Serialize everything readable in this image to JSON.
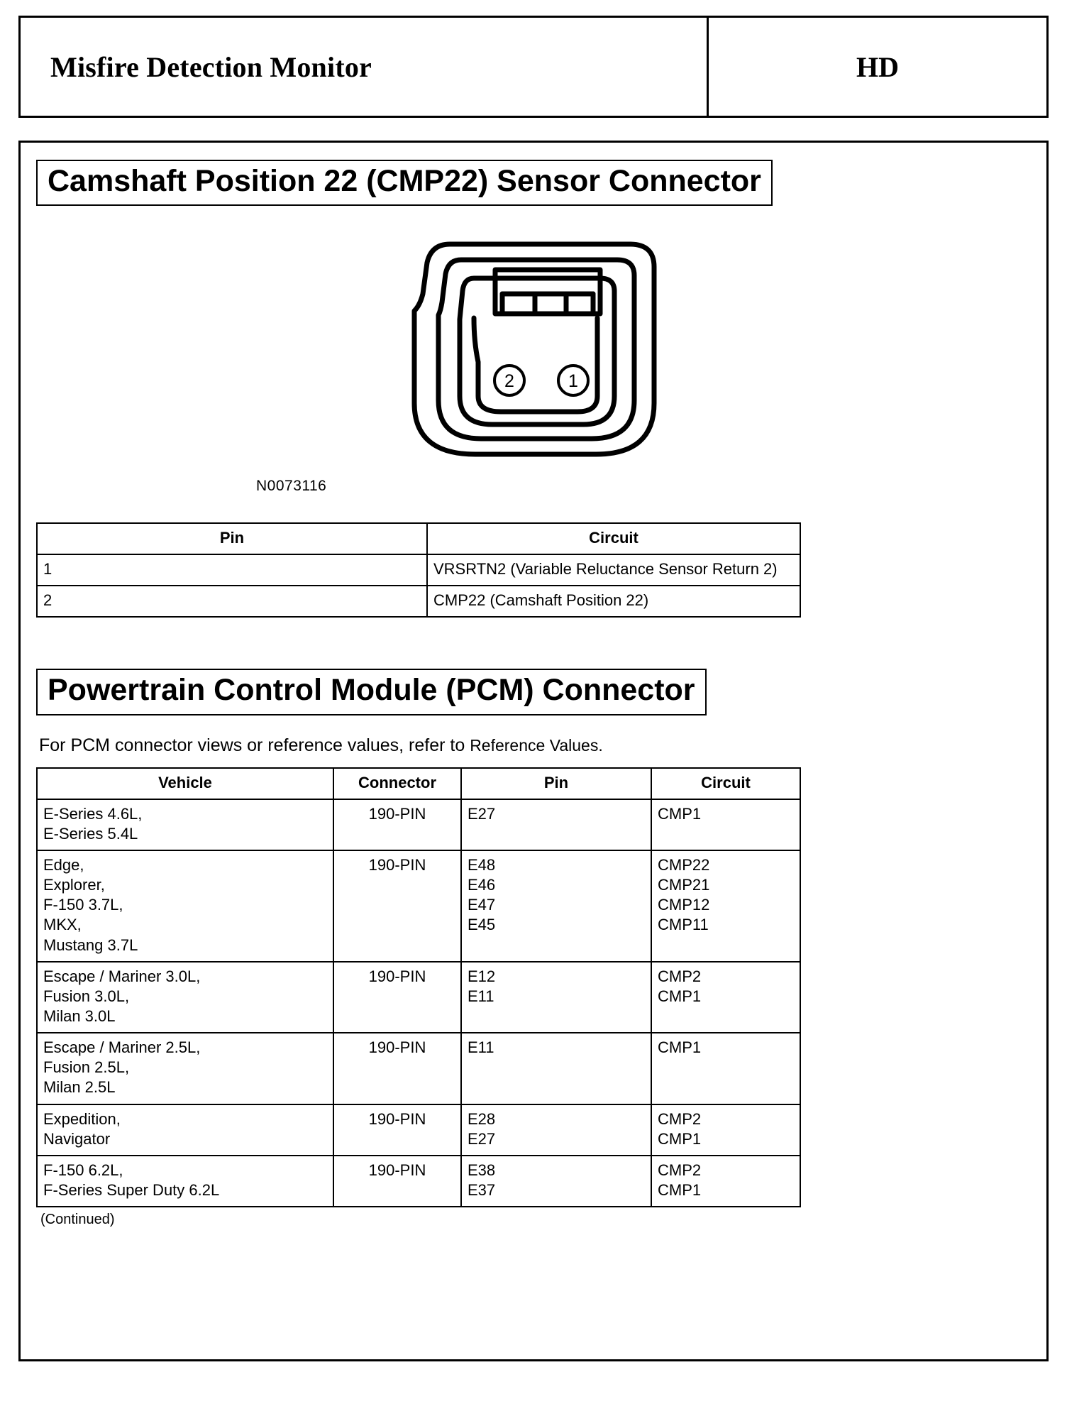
{
  "header": {
    "title": "Misfire Detection Monitor",
    "code": "HD"
  },
  "sections": [
    {
      "heading": "Camshaft Position 22 (CMP22) Sensor Connector",
      "figure": {
        "part_number": "N0073116",
        "pin_markers": [
          "2",
          "1"
        ]
      },
      "table": {
        "columns": [
          "Pin",
          "Circuit"
        ],
        "rows": [
          {
            "pin": "1",
            "circuit": "VRSRTN2 (Variable Reluctance Sensor Return 2)"
          },
          {
            "pin": "2",
            "circuit": "CMP22 (Camshaft Position 22)"
          }
        ]
      }
    },
    {
      "heading": "Powertrain Control Module (PCM) Connector",
      "intro_prefix": "For PCM connector views or reference values, refer to ",
      "intro_reference": "Reference Values.",
      "table": {
        "columns": [
          "Vehicle",
          "Connector",
          "Pin",
          "Circuit"
        ],
        "rows": [
          {
            "vehicle": [
              "E-Series 4.6L,",
              "E-Series 5.4L"
            ],
            "connector": [
              "190-PIN"
            ],
            "pin": [
              "E27"
            ],
            "circuit": [
              "CMP1"
            ]
          },
          {
            "vehicle": [
              "Edge,",
              "Explorer,",
              "F-150 3.7L,",
              "MKX,",
              "Mustang 3.7L"
            ],
            "connector": [
              "190-PIN"
            ],
            "pin": [
              "E48",
              "E46",
              "E47",
              "E45"
            ],
            "circuit": [
              "CMP22",
              "CMP21",
              "CMP12",
              "CMP11"
            ]
          },
          {
            "vehicle": [
              "Escape / Mariner 3.0L,",
              "Fusion 3.0L,",
              "Milan 3.0L"
            ],
            "connector": [
              "190-PIN"
            ],
            "pin": [
              "E12",
              "E11"
            ],
            "circuit": [
              "CMP2",
              "CMP1"
            ]
          },
          {
            "vehicle": [
              "Escape / Mariner 2.5L,",
              "Fusion 2.5L,",
              "Milan 2.5L"
            ],
            "connector": [
              "190-PIN"
            ],
            "pin": [
              "E11"
            ],
            "circuit": [
              "CMP1"
            ]
          },
          {
            "vehicle": [
              "Expedition,",
              "Navigator"
            ],
            "connector": [
              "190-PIN"
            ],
            "pin": [
              "E28",
              "E27"
            ],
            "circuit": [
              "CMP2",
              "CMP1"
            ]
          },
          {
            "vehicle": [
              "F-150 6.2L,",
              "F-Series Super Duty 6.2L"
            ],
            "connector": [
              "190-PIN"
            ],
            "pin": [
              "E38",
              "E37"
            ],
            "circuit": [
              "CMP2",
              "CMP1"
            ]
          }
        ]
      },
      "footer": "(Continued)"
    }
  ]
}
